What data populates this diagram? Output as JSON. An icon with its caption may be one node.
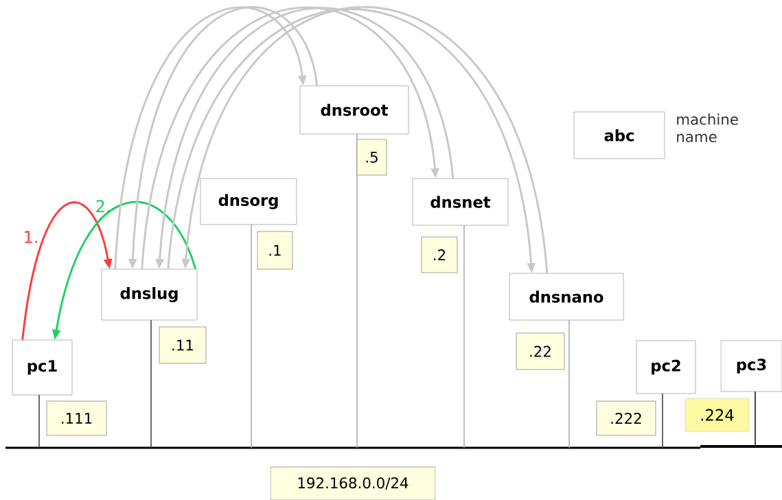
{
  "diagram": {
    "nodes": [
      {
        "text": [
          "dnsroot"
        ]
      },
      {
        "text": [
          "abc"
        ],
        "beside": [
          "machine name"
        ]
      },
      {
        "text": [
          ".5"
        ]
      },
      {
        "text": [
          "dnsorg"
        ]
      },
      {
        "text": [
          "dnsnet"
        ]
      },
      {
        "text": [
          ".1"
        ]
      },
      {
        "text": [
          ".2"
        ]
      },
      {
        "text": [
          "dnslug"
        ]
      },
      {
        "text": [
          "dnsnano"
        ]
      },
      {
        "text": [
          ".11"
        ]
      },
      {
        "text": [
          ".22"
        ]
      },
      {
        "text": [
          "pc1"
        ]
      },
      {
        "text": [
          "pc2"
        ]
      },
      {
        "text": [
          "pc3"
        ]
      },
      {
        "text": [
          ".111"
        ]
      },
      {
        "text": [
          ".222"
        ]
      },
      {
        "text": [
          ".224"
        ]
      },
      {
        "text": [
          "192.168.0.0/24"
        ]
      }
    ],
    "edges": [
      {
        "from": 11,
        "to": 7,
        "arrow": "to",
        "label": "1.",
        "color": "#ff3b3b"
      },
      {
        "from": 7,
        "to": 11,
        "arrow": "to",
        "label": "2.",
        "color": "#1fd060"
      },
      {
        "from": 7,
        "to": 0,
        "arrow": "to"
      },
      {
        "from": 0,
        "to": 7,
        "arrow": "to"
      },
      {
        "from": 7,
        "to": 4,
        "arrow": "to"
      },
      {
        "from": 4,
        "to": 7,
        "arrow": "to"
      },
      {
        "from": 7,
        "to": 8,
        "arrow": "to"
      },
      {
        "from": 8,
        "to": 7,
        "arrow": "to"
      }
    ]
  }
}
